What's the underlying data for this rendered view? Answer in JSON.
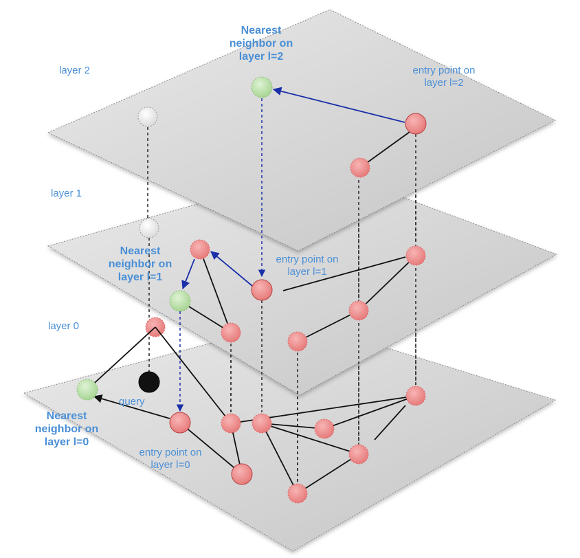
{
  "layers": {
    "layer2": "layer 2",
    "layer1": "layer 1",
    "layer0": "layer 0"
  },
  "annotations": {
    "nn2": "Nearest neighbor on layer l=2",
    "entry2": "entry point on layer l=2",
    "nn1": "Nearest neighbor on layer l=1",
    "entry1": "entry point on layer l=1",
    "nn0": "Nearest neighbor on layer l=0",
    "entry0": "entry point on layer l=0",
    "query": "query"
  },
  "colors": {
    "label": "#4a8fd6",
    "search_arrow": "#1a2fa8",
    "red_node": "#ef8a8a",
    "green_node": "#b7e0a8",
    "grey_node": "#eeeeee",
    "query_node": "#111111",
    "plane": "#d6d6d6"
  }
}
